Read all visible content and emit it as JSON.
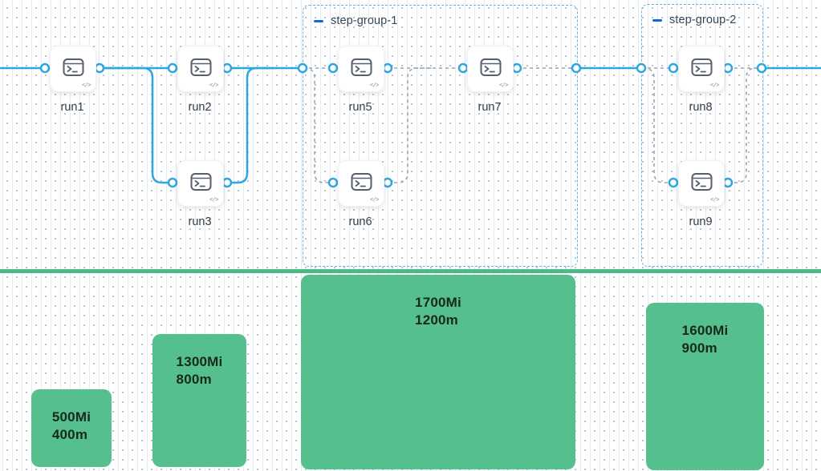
{
  "diagram": {
    "nodes": [
      {
        "label": "run1"
      },
      {
        "label": "run2"
      },
      {
        "label": "run3"
      },
      {
        "label": "run5"
      },
      {
        "label": "run6"
      },
      {
        "label": "run7"
      },
      {
        "label": "run8"
      },
      {
        "label": "run9"
      }
    ],
    "groups": [
      {
        "label": "step-group-1"
      },
      {
        "label": "step-group-2"
      }
    ],
    "code_badge": "</>",
    "icons": {
      "node": "terminal-icon",
      "group_collapse": "minus-icon"
    },
    "colors": {
      "edge": "#2ea7e0",
      "dashed_edge": "#9aa3ad",
      "group_border": "#5fb5e8",
      "collapse_dash": "#1565d8"
    }
  },
  "resource_bars": [
    {
      "memory": "500Mi",
      "cpu": "400m"
    },
    {
      "memory": "1300Mi",
      "cpu": "800m"
    },
    {
      "memory": "1700Mi",
      "cpu": "1200m"
    },
    {
      "memory": "1600Mi",
      "cpu": "900m"
    }
  ],
  "colors": {
    "bar_fill": "#55c08d",
    "divider": "#4cba85",
    "canvas_dot": "#b7c5d3"
  }
}
